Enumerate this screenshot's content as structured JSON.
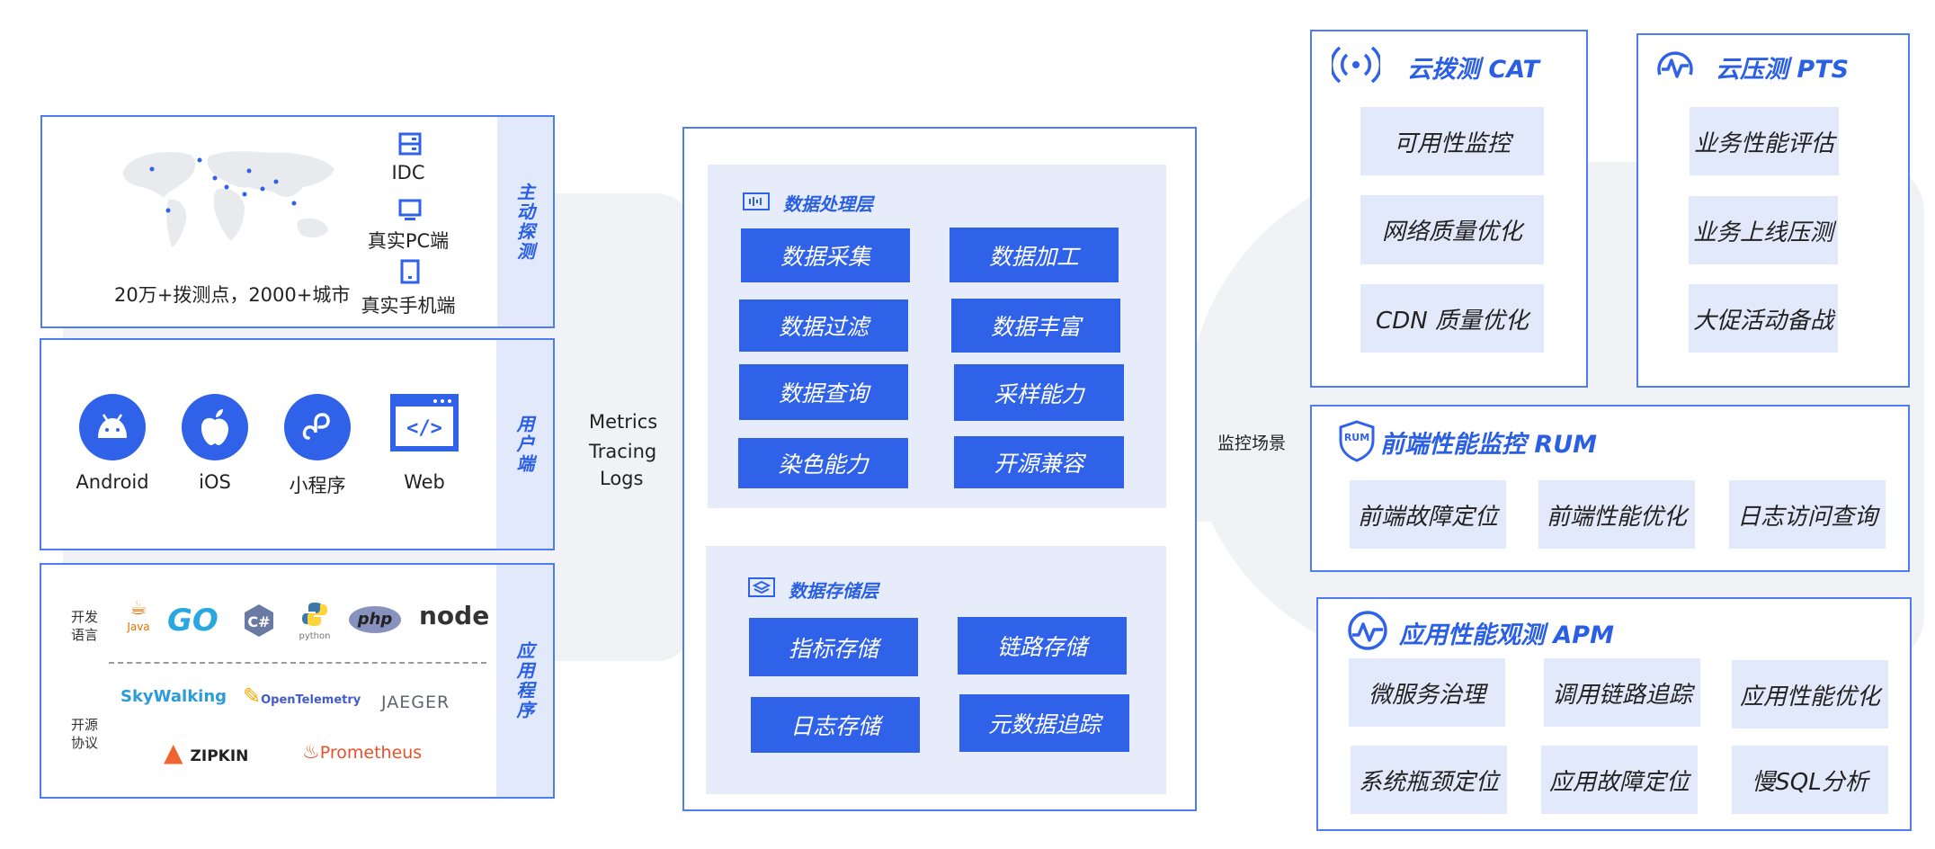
{
  "colors": {
    "accent": "#2f62e8",
    "border": "#4d7df0",
    "tab": "#e2e9fb",
    "section": "#e6ecfa"
  },
  "active_probe": {
    "tab": "主动探测",
    "map_caption": "20万+拨测点，2000+城市",
    "items": [
      {
        "label": "IDC",
        "icon": "server-icon"
      },
      {
        "label": "真实PC端",
        "icon": "monitor-icon"
      },
      {
        "label": "真实手机端",
        "icon": "mobile-icon"
      }
    ]
  },
  "user_end": {
    "tab": "用户端",
    "items": [
      {
        "label": "Android",
        "icon": "android-icon"
      },
      {
        "label": "iOS",
        "icon": "apple-icon"
      },
      {
        "label": "小程序",
        "icon": "mini-program-icon"
      },
      {
        "label": "Web",
        "icon": "web-code-icon"
      }
    ]
  },
  "application": {
    "tab": "应用程序",
    "dev_lang_label": "开发\n语言",
    "open_proto_label": "开源\n协议",
    "languages": [
      "Java",
      "GO",
      "C#",
      "python",
      "php",
      "node"
    ],
    "protocols": [
      "SkyWalking",
      "OpenTelemetry",
      "JAEGER",
      "ZIPKIN",
      "Prometheus"
    ]
  },
  "signals": [
    "Metrics",
    "Tracing",
    "Logs"
  ],
  "scenario_label": "监控场景",
  "processing_layer": {
    "title": "数据处理层",
    "items": [
      "数据采集",
      "数据加工",
      "数据过滤",
      "数据丰富",
      "数据查询",
      "采样能力",
      "染色能力",
      "开源兼容"
    ]
  },
  "storage_layer": {
    "title": "数据存储层",
    "items": [
      "指标存储",
      "链路存储",
      "日志存储",
      "元数据追踪"
    ]
  },
  "cat": {
    "title": "云拨测 CAT",
    "icon": "radio-wave-icon",
    "items": [
      "可用性监控",
      "网络质量优化",
      "CDN 质量优化"
    ]
  },
  "pts": {
    "title": "云压测 PTS",
    "icon": "pulse-wave-icon",
    "items": [
      "业务性能评估",
      "业务上线压测",
      "大促活动备战"
    ]
  },
  "rum": {
    "title": "前端性能监控 RUM",
    "icon": "rum-shield-icon",
    "icon_text": "RUM",
    "items": [
      "前端故障定位",
      "前端性能优化",
      "日志访问查询"
    ]
  },
  "apm": {
    "title": "应用性能观测 APM",
    "icon": "apm-gauge-icon",
    "items": [
      "微服务治理",
      "调用链路追踪",
      "应用性能优化",
      "系统瓶颈定位",
      "应用故障定位",
      "慢SQL分析"
    ]
  }
}
